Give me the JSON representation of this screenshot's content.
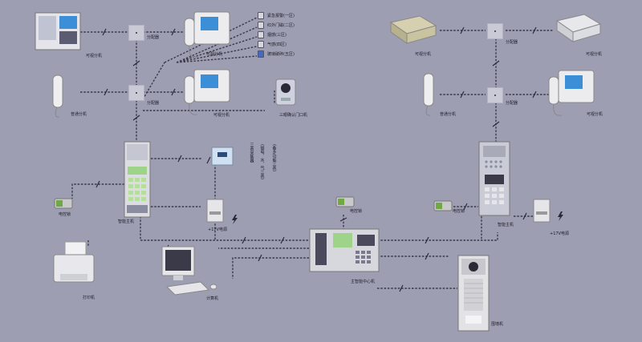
{
  "labels": {
    "video_ext_tl1": "可视分机",
    "splitter_1": "分配器",
    "video_ext_tl2": "可视分机",
    "normal_ext_l": "普通分机",
    "splitter_2": "分配器",
    "video_ext_tl3": "可视分机",
    "door_cam": "三眼确认门口机",
    "sensors": [
      "紧急报警(一区)",
      "红外门磁(二区)",
      "烟感(三区)",
      "气感(四区)",
      "玻璃破碎(五区)"
    ],
    "collector": "三表采集器",
    "meters": "(备多功能三表)",
    "meters_sub": "(插电、水、气三表)",
    "smart_host_l": "智能主机",
    "lock_l": "电控锁",
    "power_l": "+17V电源",
    "lock_c": "电控锁",
    "main_center": "主智能中心机",
    "printer": "打印机",
    "computer": "计算机",
    "video_ext_r1": "可视分机",
    "splitter_r1": "分配器",
    "video_ext_r2": "可视分机",
    "normal_ext_r": "普通分机",
    "splitter_r2": "分配器",
    "video_ext_r3": "可视分机",
    "lock_r": "电控锁",
    "smart_host_r": "智能主机",
    "power_r": "+17V电源",
    "wall_unit": "围墙机"
  },
  "colors": {
    "background": "#9d9eb2",
    "wire": "#3a3a48",
    "device_light": "#e6e6e8",
    "device_dark": "#4a4a5c",
    "screen": "#3c8fd6",
    "lcd_green": "#9ed38a"
  }
}
